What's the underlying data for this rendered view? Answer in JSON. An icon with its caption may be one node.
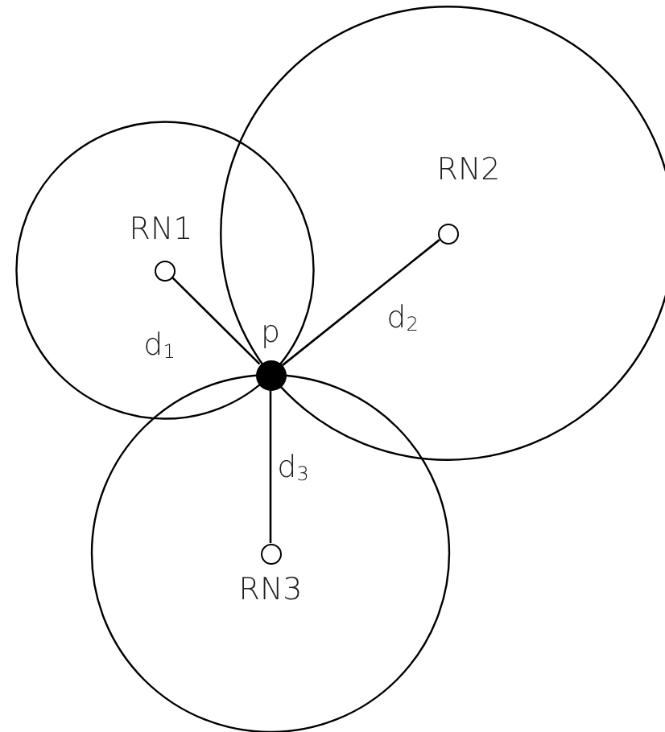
{
  "diagram": {
    "nodes": [
      {
        "text": [],
        "shape": "circle",
        "beside": [
          "RN1"
        ]
      },
      {
        "text": [],
        "shape": "circle",
        "beside": [
          "RN2"
        ]
      },
      {
        "text": [],
        "shape": "circle",
        "beside": [
          "RN3"
        ]
      },
      {
        "text": [],
        "shape": "circle",
        "beside": [
          "p"
        ]
      }
    ],
    "edges": [
      {
        "from": 0,
        "to": 3,
        "arrow": "none",
        "label": "d$_{1}$"
      },
      {
        "from": 1,
        "to": 3,
        "arrow": "none",
        "label": "d$_{2}$"
      },
      {
        "from": 2,
        "to": 3,
        "arrow": "none",
        "label": "d$_{3}$"
      }
    ]
  }
}
